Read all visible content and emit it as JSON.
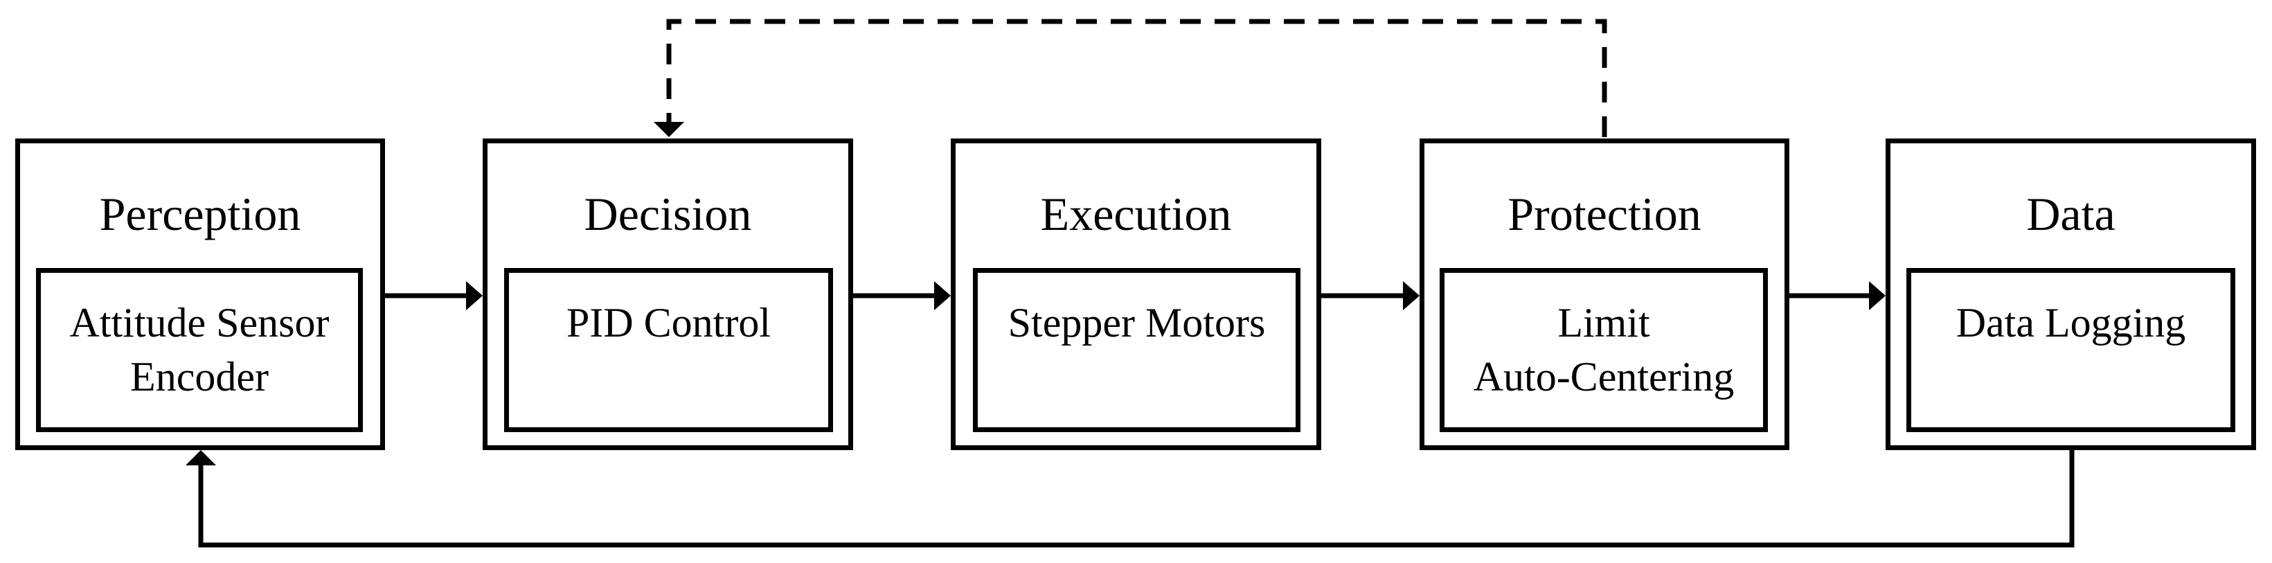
{
  "colors": {
    "ink": "#000000",
    "background": "#ffffff"
  },
  "diagram": {
    "stages": [
      {
        "id": "perception",
        "title": "Perception",
        "component": "Attitude Sensor\nEncoder"
      },
      {
        "id": "decision",
        "title": "Decision",
        "component": "PID Control"
      },
      {
        "id": "execution",
        "title": "Execution",
        "component": "Stepper Motors"
      },
      {
        "id": "protection",
        "title": "Protection",
        "component": "Limit\nAuto-Centering"
      },
      {
        "id": "data",
        "title": "Data",
        "component": "Data Logging"
      }
    ],
    "edges": [
      {
        "from": "perception",
        "to": "decision",
        "style": "solid-arrow"
      },
      {
        "from": "decision",
        "to": "execution",
        "style": "solid-arrow"
      },
      {
        "from": "execution",
        "to": "protection",
        "style": "solid-arrow"
      },
      {
        "from": "protection",
        "to": "data",
        "style": "solid-arrow"
      },
      {
        "from": "protection",
        "to": "decision",
        "style": "dashed-feedback-arrow"
      },
      {
        "from": "data",
        "to": "perception",
        "style": "solid-feedback-arrow"
      }
    ]
  }
}
